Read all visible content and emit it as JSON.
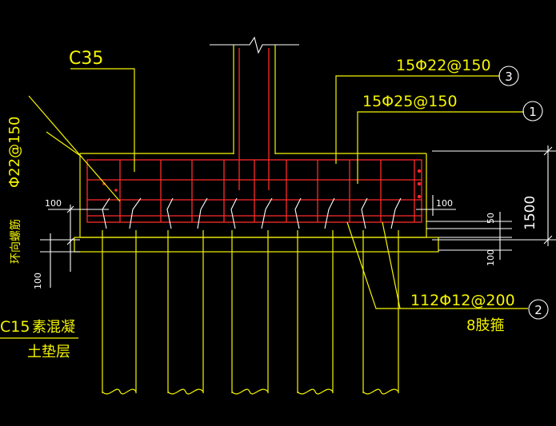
{
  "labels": {
    "concrete_grade": "C35",
    "rebar_top": "15Φ22@150",
    "rebar_bottom": "15Φ25@150",
    "vertical_rebar": "Φ22@150",
    "vertical_rebar_name": "环向螺筋",
    "stirrup": "112Φ12@200",
    "stirrup_note": "8肢箍",
    "cushion_grade": "C15",
    "cushion_material": "素混凝",
    "cushion_layer": "土垫层",
    "dim_height": "1500",
    "dim_cover_left": "100",
    "dim_cover_right": "100",
    "dim_bottom_left": "100",
    "dim_bottom_right": "100",
    "dim_side": "50"
  },
  "callouts": {
    "marker_1": "1",
    "marker_2": "2",
    "marker_3": "3"
  },
  "colors": {
    "background": "#000000",
    "outline": "#f5f500",
    "rebar": "#ff2a2a",
    "annotation": "#ffffff"
  }
}
